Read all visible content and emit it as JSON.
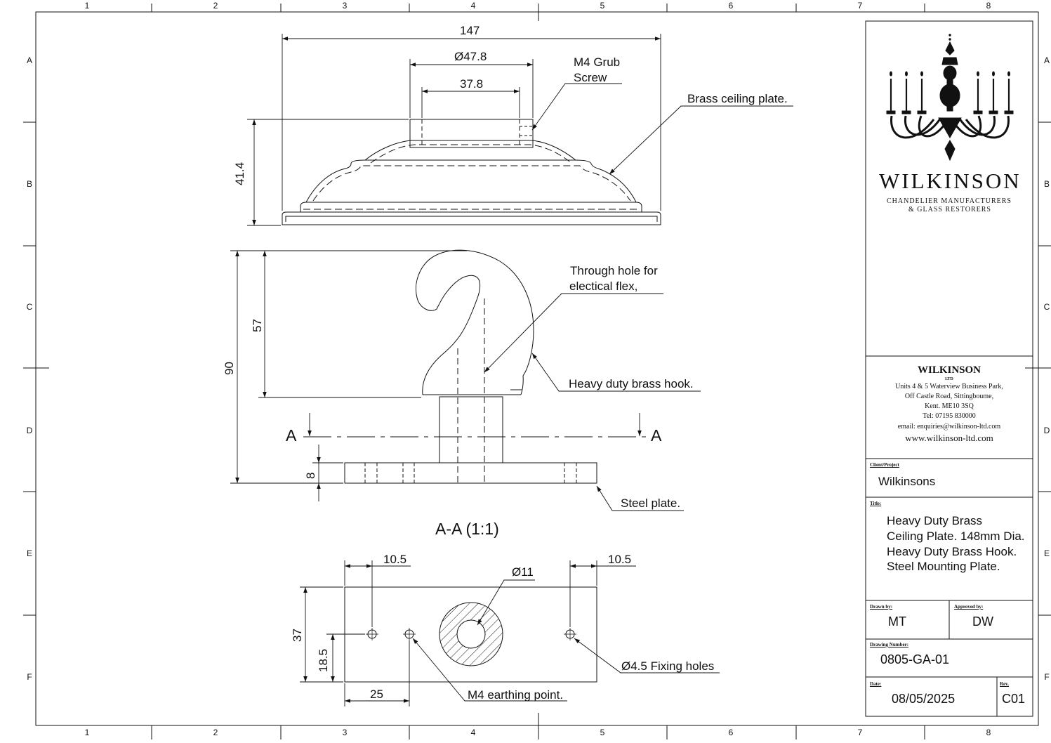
{
  "zones": {
    "columns": [
      "1",
      "2",
      "3",
      "4",
      "5",
      "6",
      "7",
      "8"
    ],
    "rows": [
      "A",
      "B",
      "C",
      "D",
      "E",
      "F"
    ]
  },
  "top_view": {
    "overall_width": "147",
    "collar_outer_dia": "Ø47.8",
    "collar_inner": "37.8",
    "height": "41.4",
    "note_grub_line1": "M4 Grub",
    "note_grub_line2": "Screw",
    "note_plate": "Brass ceiling plate."
  },
  "section_view": {
    "overall_height": "90",
    "hook_height": "57",
    "plate_thickness": "8",
    "note_hole_line1": "Through hole for",
    "note_hole_line2": "electical flex,",
    "note_hook": "Heavy duty brass hook.",
    "note_steel": "Steel plate.",
    "section_mark": "A",
    "caption": "A-A (1:1)"
  },
  "plan_view": {
    "hole_offset_left": "10.5",
    "hole_offset_right": "10.5",
    "center_hole": "Ø11",
    "width": "37",
    "half_width": "18.5",
    "earth_offset": "25",
    "note_fixing": "Ø4.5 Fixing holes",
    "note_earth": "M4 earthing point."
  },
  "logo": {
    "name": "WILKINSON",
    "tagline_line1": "CHANDELIER MANUFACTURERS",
    "tagline_line2": "& GLASS RESTORERS"
  },
  "company": {
    "name": "WILKINSON",
    "suffix": "LTD",
    "address_line1": "Units 4 & 5 Waterview Business Park,",
    "address_line2": "Off Castle Road, Sittingboume,",
    "address_line3": "Kent. ME10 3SQ",
    "tel": "Tel: 07195 830000",
    "email": "email: enquiries@wilkinson-ltd.com",
    "web": "www.wilkinson-ltd.com"
  },
  "title_block": {
    "client_label": "Client/Project",
    "client_value": "Wilkinsons",
    "title_label": "Title:",
    "title_line1": "Heavy Duty Brass",
    "title_line2": "Ceiling Plate. 148mm Dia.",
    "title_line3": "Heavy Duty Brass Hook.",
    "title_line4": "Steel Mounting Plate.",
    "drawn_label": "Drawn by:",
    "drawn_value": "MT",
    "approved_label": "Approved by:",
    "approved_value": "DW",
    "number_label": "Drawing Number:",
    "number_value": "0805-GA-01",
    "date_label": "Date:",
    "date_value": "08/05/2025",
    "rev_label": "Rev.",
    "rev_value": "C01"
  }
}
